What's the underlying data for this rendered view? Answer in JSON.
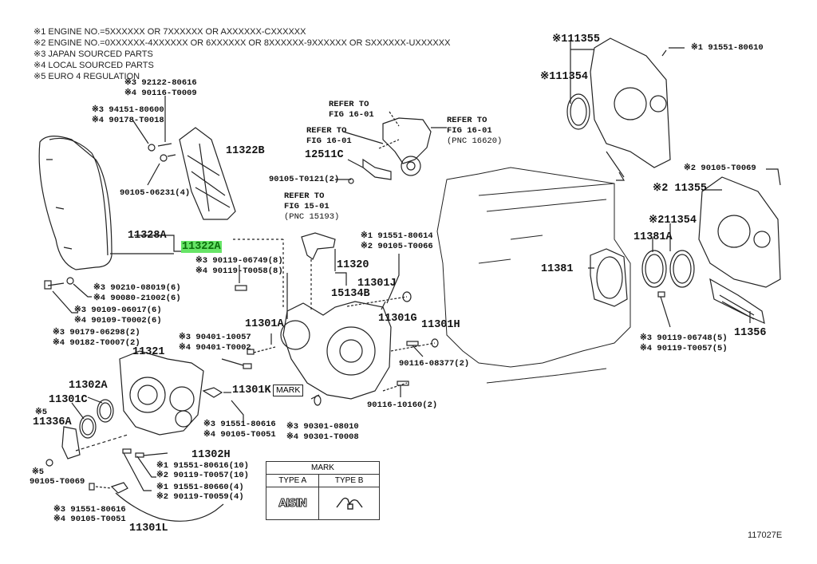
{
  "notes": [
    "※1 ENGINE NO.=5XXXXXX OR 7XXXXXX OR AXXXXXX-CXXXXXX",
    "※2 ENGINE NO.=0XXXXXX-4XXXXXX OR 6XXXXXX OR 8XXXXXX-9XXXXXX OR SXXXXXX-UXXXXXX",
    "※3 JAPAN SOURCED PARTS",
    "※4 LOCAL SOURCED PARTS",
    "※5 EURO 4 REGULATION"
  ],
  "highlight_color": "#66e466",
  "labels": {
    "p92122_80616": {
      "prefix": "※3 ",
      "text": "92122-80616"
    },
    "p90116_T0009": {
      "prefix": "※4 ",
      "text": "90116-T0009"
    },
    "p94151_80600": {
      "prefix": "※3 ",
      "text": "94151-80600"
    },
    "p90178_T0018": {
      "prefix": "※4 ",
      "text": "90178-T0018"
    },
    "p11322B": {
      "prefix": "",
      "text": "11322B"
    },
    "p90105_06231": {
      "prefix": "",
      "text": "90105-06231(4)"
    },
    "p11328A": {
      "prefix": "",
      "text": "11328A"
    },
    "p11322A": {
      "prefix": "",
      "text": "11322A"
    },
    "p90119_06749": {
      "prefix": "※3 ",
      "text": "90119-06749(8)"
    },
    "p90119_T0058": {
      "prefix": "※4 ",
      "text": "90119-T0058(8)"
    },
    "p90210_08019": {
      "prefix": "※3 ",
      "text": "90210-08019(6)"
    },
    "p90080_21002": {
      "prefix": "※4 ",
      "text": "90080-21002(6)"
    },
    "p90109_06017": {
      "prefix": "※3 ",
      "text": "90109-06017(6)"
    },
    "p90109_T0002": {
      "prefix": "※4 ",
      "text": "90109-T0002(6)"
    },
    "p90179_06298": {
      "prefix": "※3 ",
      "text": "90179-06298(2)"
    },
    "p90182_T0007": {
      "prefix": "※4 ",
      "text": "90182-T0007(2)"
    },
    "p11321": {
      "prefix": "",
      "text": "11321"
    },
    "p11302A": {
      "prefix": "",
      "text": "11302A"
    },
    "p11301C": {
      "prefix": "",
      "text": "11301C"
    },
    "p11336A": {
      "prefix": "※5",
      "text": "11336A"
    },
    "p90105_T0069_l": {
      "prefix": "※5",
      "text": "90105-T0069"
    },
    "p91551_80616_a": {
      "prefix": "※3 ",
      "text": "91551-80616"
    },
    "p90105_T0051_a": {
      "prefix": "※4 ",
      "text": "90105-T0051"
    },
    "p11301L": {
      "prefix": "",
      "text": "11301L"
    },
    "p11302H": {
      "prefix": "",
      "text": "11302H"
    },
    "p91551_80616_10": {
      "prefix": "※1 ",
      "text": "91551-80616(10)"
    },
    "p90119_T0057_10": {
      "prefix": "※2 ",
      "text": "90119-T0057(10)"
    },
    "p91551_80660": {
      "prefix": "※1 ",
      "text": "91551-80660(4)"
    },
    "p90119_T0059": {
      "prefix": "※2 ",
      "text": "90119-T0059(4)"
    },
    "p11301K": {
      "prefix": "",
      "text": "11301K"
    },
    "p91551_80616_b": {
      "prefix": "※3 ",
      "text": "91551-80616"
    },
    "p90105_T0051_b": {
      "prefix": "※4 ",
      "text": "90105-T0051"
    },
    "p90301_08010": {
      "prefix": "※3 ",
      "text": "90301-08010"
    },
    "p90301_T0008": {
      "prefix": "※4 ",
      "text": "90301-T0008"
    },
    "p11301A": {
      "prefix": "",
      "text": "11301A"
    },
    "p90401_10057": {
      "prefix": "※3 ",
      "text": "90401-10057"
    },
    "p90401_T0002": {
      "prefix": "※4 ",
      "text": "90401-T0002"
    },
    "p12511C": {
      "prefix": "",
      "text": "12511C"
    },
    "p90105_T0121": {
      "prefix": "",
      "text": "90105-T0121(2)"
    },
    "p11320": {
      "prefix": "",
      "text": "11320"
    },
    "p11301J": {
      "prefix": "",
      "text": "11301J"
    },
    "p15134B": {
      "prefix": "",
      "text": "15134B"
    },
    "p91551_80614": {
      "prefix": "※1 ",
      "text": "91551-80614"
    },
    "p90105_T0066": {
      "prefix": "※2 ",
      "text": "90105-T0066"
    },
    "p11301G": {
      "prefix": "",
      "text": "11301G"
    },
    "p11301H": {
      "prefix": "",
      "text": "11301H"
    },
    "p90116_08377": {
      "prefix": "",
      "text": "90116-08377(2)"
    },
    "p90116_10160": {
      "prefix": "",
      "text": "90116-10160(2)"
    },
    "p11355_1": {
      "prefix": "※1",
      "text": "11355"
    },
    "p11354_1": {
      "prefix": "※1",
      "text": "11354"
    },
    "p91551_80610": {
      "prefix": "※1 ",
      "text": "91551-80610"
    },
    "p90105_T0069_r": {
      "prefix": "※2 ",
      "text": "90105-T0069"
    },
    "p11355_2": {
      "prefix": "※2 ",
      "text": "11355"
    },
    "p11354_2": {
      "prefix": "※2",
      "text": "11354"
    },
    "p11381A": {
      "prefix": "",
      "text": "11381A"
    },
    "p11381": {
      "prefix": "",
      "text": "11381"
    },
    "p11356": {
      "prefix": "",
      "text": "11356"
    },
    "p90119_06748": {
      "prefix": "※3 ",
      "text": "90119-06748(5)"
    },
    "p90119_T0057_5": {
      "prefix": "※4 ",
      "text": "90119-T0057(5)"
    }
  },
  "refers": {
    "r1": [
      "REFER TO",
      "FIG 16-01"
    ],
    "r2": [
      "REFER TO",
      "FIG 16-01"
    ],
    "r3": [
      "REFER TO",
      "FIG 16-01",
      "(PNC 16620)"
    ],
    "r4": [
      "REFER TO",
      "FIG 15-01",
      "(PNC 15193)"
    ]
  },
  "mark_tag": "MARK",
  "mark_table": {
    "title": "MARK",
    "type_a": "TYPE A",
    "type_b": "TYPE B",
    "type_a_symbol": "AISIN"
  },
  "figure_code": "117027E"
}
